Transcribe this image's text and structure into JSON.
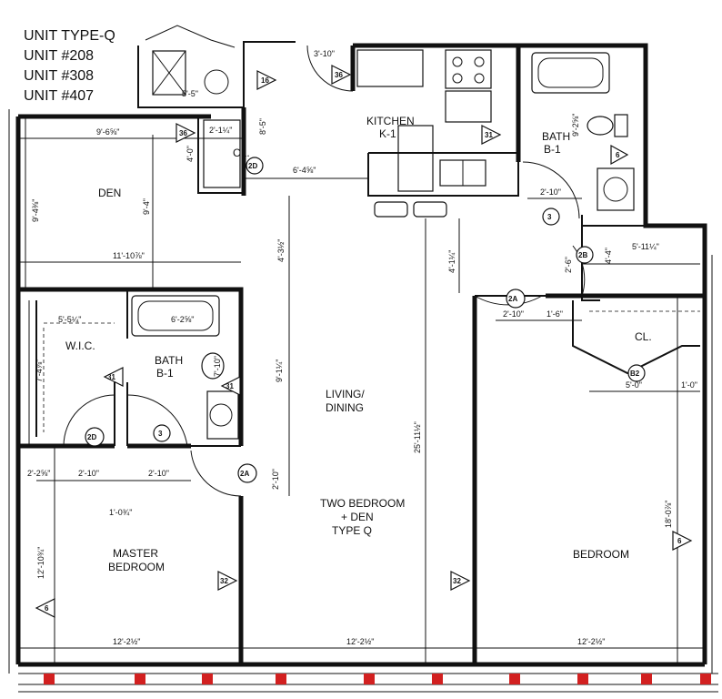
{
  "units": {
    "line1": "UNIT TYPE-Q",
    "line2": "UNIT #208",
    "line3": "UNIT #308",
    "line4": "UNIT #407"
  },
  "rooms": {
    "kitchen": "KITCHEN",
    "kitchen_code": "K-1",
    "bath_top": "BATH",
    "bath_top_code": "B-1",
    "den": "DEN",
    "wic": "W.I.C.",
    "bath_left": "BATH",
    "bath_left_code": "B-1",
    "living1": "LIVING/",
    "living2": "DINING",
    "plan1": "TWO BEDROOM",
    "plan2": "+ DEN",
    "plan3": "TYPE Q",
    "master1": "MASTER",
    "master2": "BEDROOM",
    "bedroom": "BEDROOM",
    "closet_right": "CL.",
    "closet_small": "CL."
  },
  "dimensions": {
    "d_3_10_top": "3'-10\"",
    "d_5_5": "5'-5\"",
    "d_8_5": "8'-5\"",
    "d_9_6": "9'-6⅝\"",
    "d_2_1_4": "2'-1¼\"",
    "d_4_0": "4'-0\"",
    "d_9_4": "9'-4\"",
    "d_9_4_8": "9'-4⅜\"",
    "d_6_4_5_8": "6'-4⅝\"",
    "d_9_2_5_8": "9'-2⅝\"",
    "d_2_10_kitchen": "2'-10\"",
    "d_11_10": "11'-10⅞\"",
    "d_4_3_half": "4'-3½\"",
    "d_5_5_quarter": "5'-5¼\"",
    "d_6_2_5_8": "6'-2⅝\"",
    "d_7_4_7_8": "7'-4⅞\"",
    "d_7_10": "7'-10\"",
    "d_9_1_4": "9'-1¼\"",
    "d_4_1_4": "4'-1¼\"",
    "d_2_6": "2'-6\"",
    "d_4_4": "4'-4\"",
    "d_5_11": "5'-11¼\"",
    "d_2_10_hall": "2'-10\"",
    "d_1_6": "1'-6\"",
    "d_5_0": "5'-0\"",
    "d_1_0_right": "1'-0\"",
    "d_2_2_5_8": "2'-2⅝\"",
    "d_2_10_a": "2'-10\"",
    "d_2_10_b": "2'-10\"",
    "d_1_0_3_4": "1'-0¾\"",
    "d_2_10_vert": "2'-10\"",
    "d_12_10": "12'-10¾\"",
    "d_25_11": "25'-11½\"",
    "d_18_0": "18'-0⅞\"",
    "d_12_2_a": "12'-2½\"",
    "d_12_2_b": "12'-2½\"",
    "d_12_2_c": "12'-2½\""
  },
  "door_tags": {
    "t2a_hall": "2A",
    "t2a_living": "2A",
    "t2b": "2B",
    "t2d_den": "2D",
    "t2d_wic": "2D",
    "t3_kitchen": "3",
    "t3_bath": "3",
    "tb2": "B2"
  },
  "callouts": {
    "c36_top": "36",
    "c16": "16",
    "c36_den": "36",
    "c31": "31",
    "c6": "6",
    "c32": "32"
  },
  "colors": {
    "line": "#111111",
    "accent_windows": "#d22020",
    "background": "#ffffff"
  }
}
